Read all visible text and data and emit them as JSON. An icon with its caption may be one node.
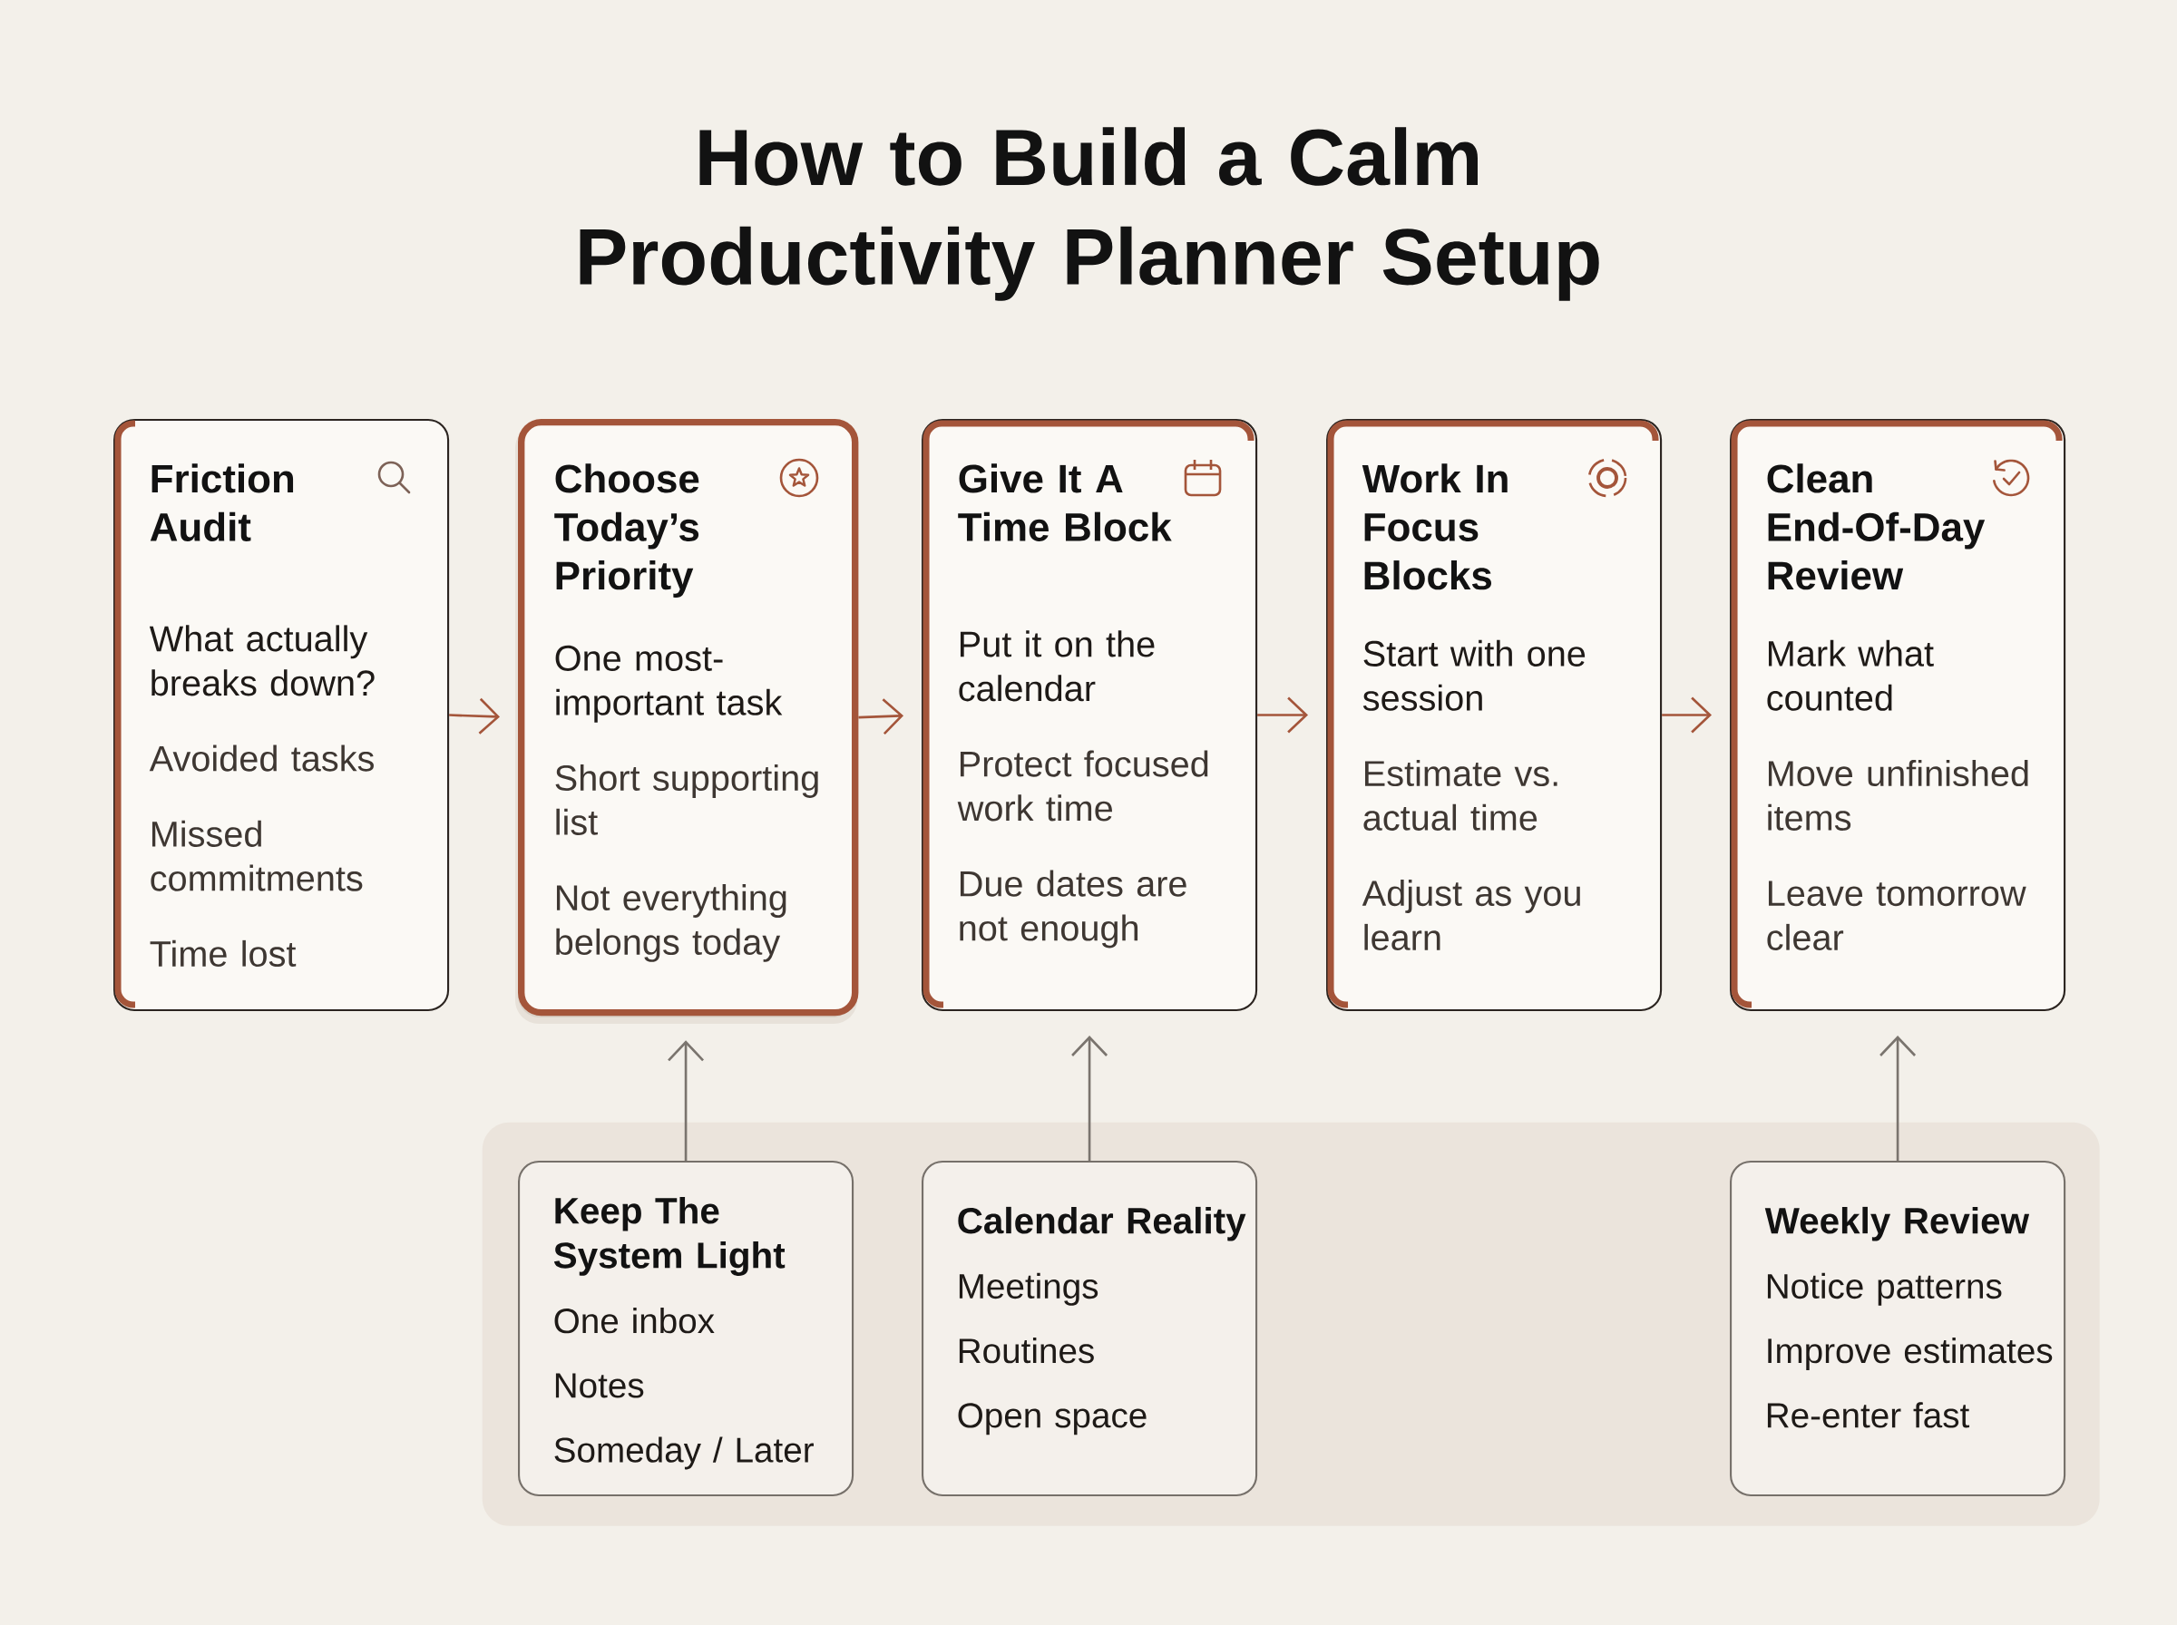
{
  "diagram": {
    "title": "How to Build a Calm Productivity Planner Setup",
    "nodes": [
      {
        "text": [
          "Friction Audit",
          "What actually breaks down?",
          "Avoided tasks",
          "Missed commitments",
          "Time lost"
        ]
      },
      {
        "text": [
          "Choose Today’s Priority",
          "One most-important task",
          "Short supporting list",
          "Not everything belongs today"
        ]
      },
      {
        "text": [
          "Give It A Time Block",
          "Put it on the calendar",
          "Protect focused work time",
          "Due dates are not enough"
        ]
      },
      {
        "text": [
          "Work In Focus Blocks",
          "Start with one session",
          "Estimate vs. actual time",
          "Adjust as you learn"
        ]
      },
      {
        "text": [
          "Clean End-Of-Day Review",
          "Mark what counted",
          "Move unfinished items",
          "Leave tomorrow clear"
        ]
      },
      {
        "text": [],
        "shape": "box"
      },
      {
        "text": [
          "Keep The System Light",
          "One inbox",
          "Notes",
          "Someday / Later"
        ],
        "in": 5
      },
      {
        "text": [
          "Calendar Reality",
          "Meetings",
          "Routines",
          "Open space"
        ],
        "in": 5
      },
      {
        "text": [
          "Weekly Review",
          "Notice patterns",
          "Improve estimates",
          "Re-enter fast"
        ],
        "in": 5
      }
    ],
    "edges": [
      {
        "from": 0,
        "to": 1,
        "arrow": "to"
      },
      {
        "from": 1,
        "to": 2,
        "arrow": "to"
      },
      {
        "from": 2,
        "to": 3,
        "arrow": "to"
      },
      {
        "from": 3,
        "to": 4,
        "arrow": "to"
      },
      {
        "from": 6,
        "to": 1,
        "arrow": "to",
        "color": "#7a746e"
      },
      {
        "from": 7,
        "to": 2,
        "arrow": "to",
        "color": "#7a746e"
      },
      {
        "from": 8,
        "to": 4,
        "arrow": "to",
        "color": "#7a746e"
      }
    ]
  }
}
